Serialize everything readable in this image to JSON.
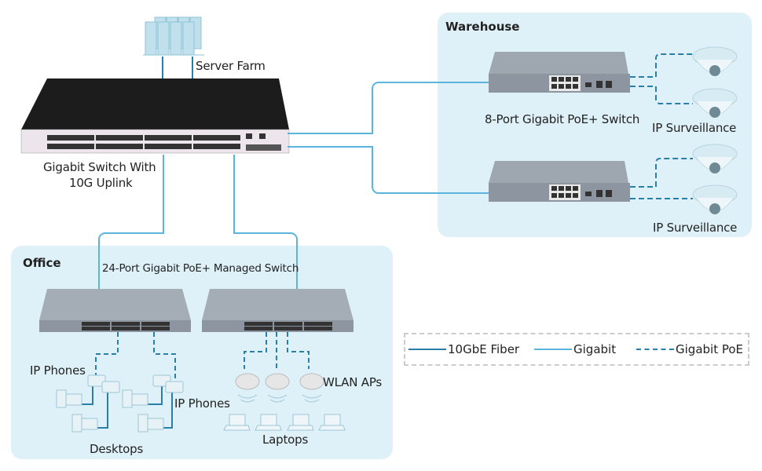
{
  "zones": {
    "warehouse": {
      "label": "Warehouse"
    },
    "office": {
      "label": "Office"
    }
  },
  "devices": {
    "server_farm": {
      "label": "Server Farm"
    },
    "core_switch": {
      "label_line1": "Gigabit Switch With",
      "label_line2": "10G Uplink"
    },
    "warehouse_switch": {
      "label": "8-Port Gigabit PoE+ Switch"
    },
    "surveillance_1": {
      "label": "IP Surveillance"
    },
    "surveillance_2": {
      "label": "IP Surveillance"
    },
    "office_switch": {
      "label": "24-Port Gigabit PoE+ Managed Switch"
    },
    "ip_phones_1": {
      "label": "IP Phones"
    },
    "ip_phones_2": {
      "label": "IP Phones"
    },
    "desktops": {
      "label": "Desktops"
    },
    "wlan_aps": {
      "label": "WLAN APs"
    },
    "laptops": {
      "label": "Laptops"
    }
  },
  "legend": {
    "items": [
      {
        "label": "10GbE Fiber",
        "style": "solid",
        "color": "#2a7fa8"
      },
      {
        "label": "Gigabit",
        "style": "solid",
        "color": "#5ab4dc"
      },
      {
        "label": "Gigabit PoE",
        "style": "dashed",
        "color": "#2a7fa8"
      }
    ]
  },
  "colors": {
    "zone_bg": "#dff1f8",
    "fiber": "#2a7fa8",
    "gigabit": "#5ab4dc",
    "poe": "#2a7fa8"
  }
}
